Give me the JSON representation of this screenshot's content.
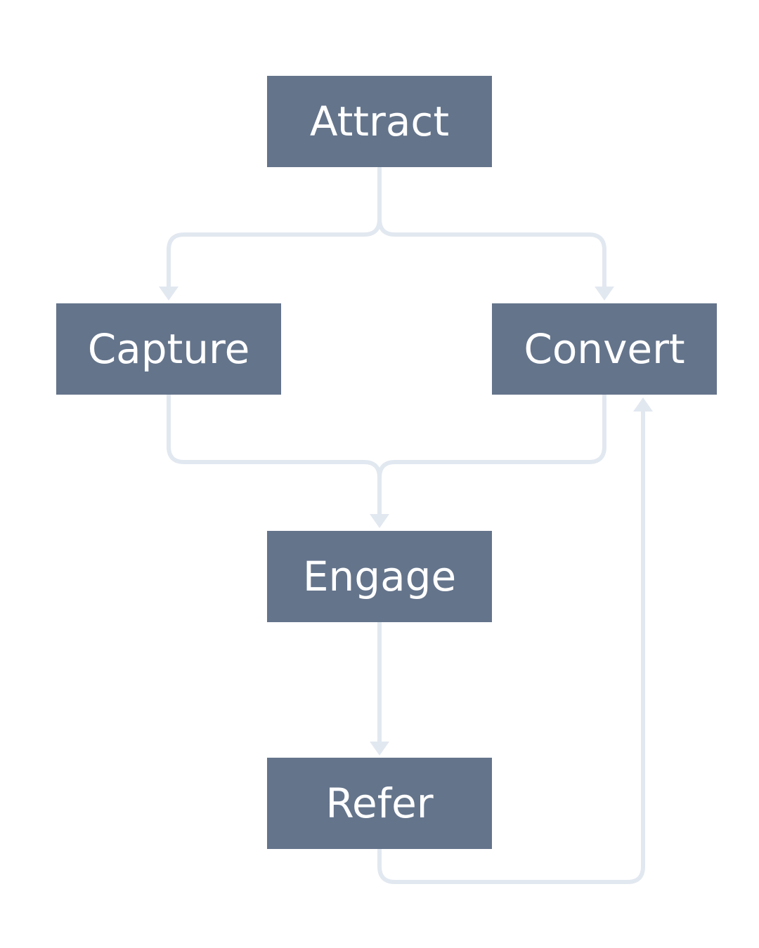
{
  "nodes": {
    "attract": {
      "label": "Attract"
    },
    "capture": {
      "label": "Capture"
    },
    "convert": {
      "label": "Convert"
    },
    "engage": {
      "label": "Engage"
    },
    "refer": {
      "label": "Refer"
    }
  },
  "edges": [
    {
      "from": "Attract",
      "to": "Capture"
    },
    {
      "from": "Attract",
      "to": "Convert"
    },
    {
      "from": "Capture",
      "to": "Engage"
    },
    {
      "from": "Convert",
      "to": "Engage"
    },
    {
      "from": "Engage",
      "to": "Refer"
    },
    {
      "from": "Refer",
      "to": "Convert"
    }
  ],
  "colors": {
    "node_fill": "#64748b",
    "node_text": "#ffffff",
    "edge": "#e2e8f0",
    "background": "#ffffff"
  }
}
